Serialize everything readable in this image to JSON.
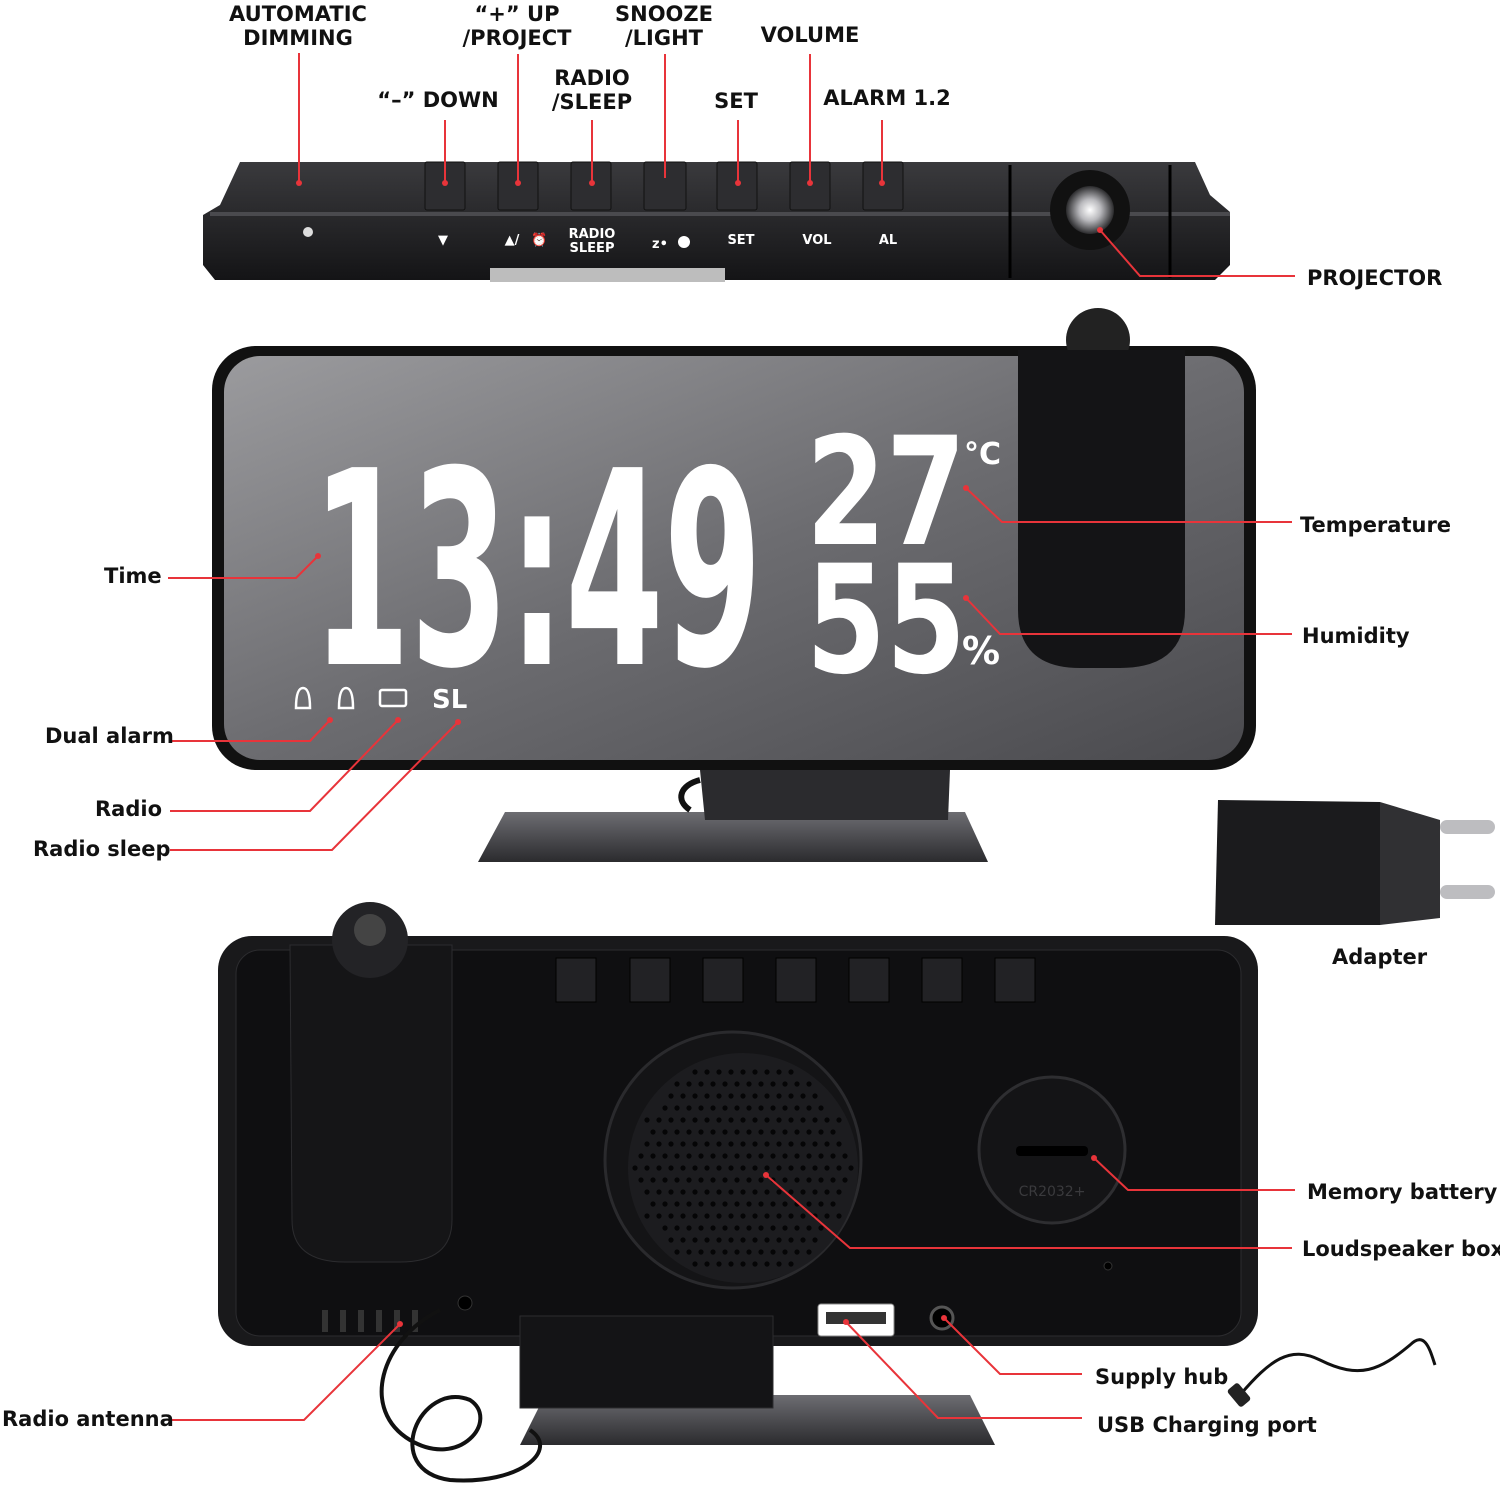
{
  "top_view": {
    "callouts": {
      "automatic_dimming": [
        "AUTOMATIC",
        "DIMMING"
      ],
      "down": "“–”  DOWN",
      "up_project": [
        "“+”  UP",
        "/PROJECT"
      ],
      "radio_sleep": [
        "RADIO",
        "/SLEEP"
      ],
      "snooze_light": [
        "SNOOZE",
        "/LIGHT"
      ],
      "set": "SET",
      "volume": "VOLUME",
      "alarm": "ALARM 1.2",
      "projector": "PROJECTOR"
    },
    "key_labels": {
      "down": "▼",
      "up": "▲/",
      "radio_sleep": [
        "RADIO",
        "SLEEP"
      ],
      "snooze": "z•",
      "set": "SET",
      "vol": "VOL",
      "al": "AL"
    }
  },
  "front_view": {
    "time_display": "13:49",
    "temperature_value": "27",
    "temperature_unit": "°C",
    "humidity_value": "55",
    "humidity_unit": "%",
    "sleep_indicator": "SL",
    "callouts": {
      "time": "Time",
      "dual_alarm": "Dual alarm",
      "radio": "Radio",
      "radio_sleep": "Radio sleep",
      "temperature": "Temperature",
      "humidity": "Humidity"
    }
  },
  "adapter": {
    "label": "Adapter"
  },
  "back_view": {
    "battery_text": "CR2032+",
    "callouts": {
      "memory_battery": "Memory battery",
      "loudspeaker": "Loudspeaker box",
      "supply_hub": "Supply hub",
      "usb_port": "USB Charging port",
      "radio_antenna": "Radio antenna"
    }
  },
  "colors": {
    "leader_line": "#e8343a",
    "device_body": "#1e1e20",
    "screen_glass": "#6f6f72",
    "lcd_digits": "#ffffff"
  }
}
